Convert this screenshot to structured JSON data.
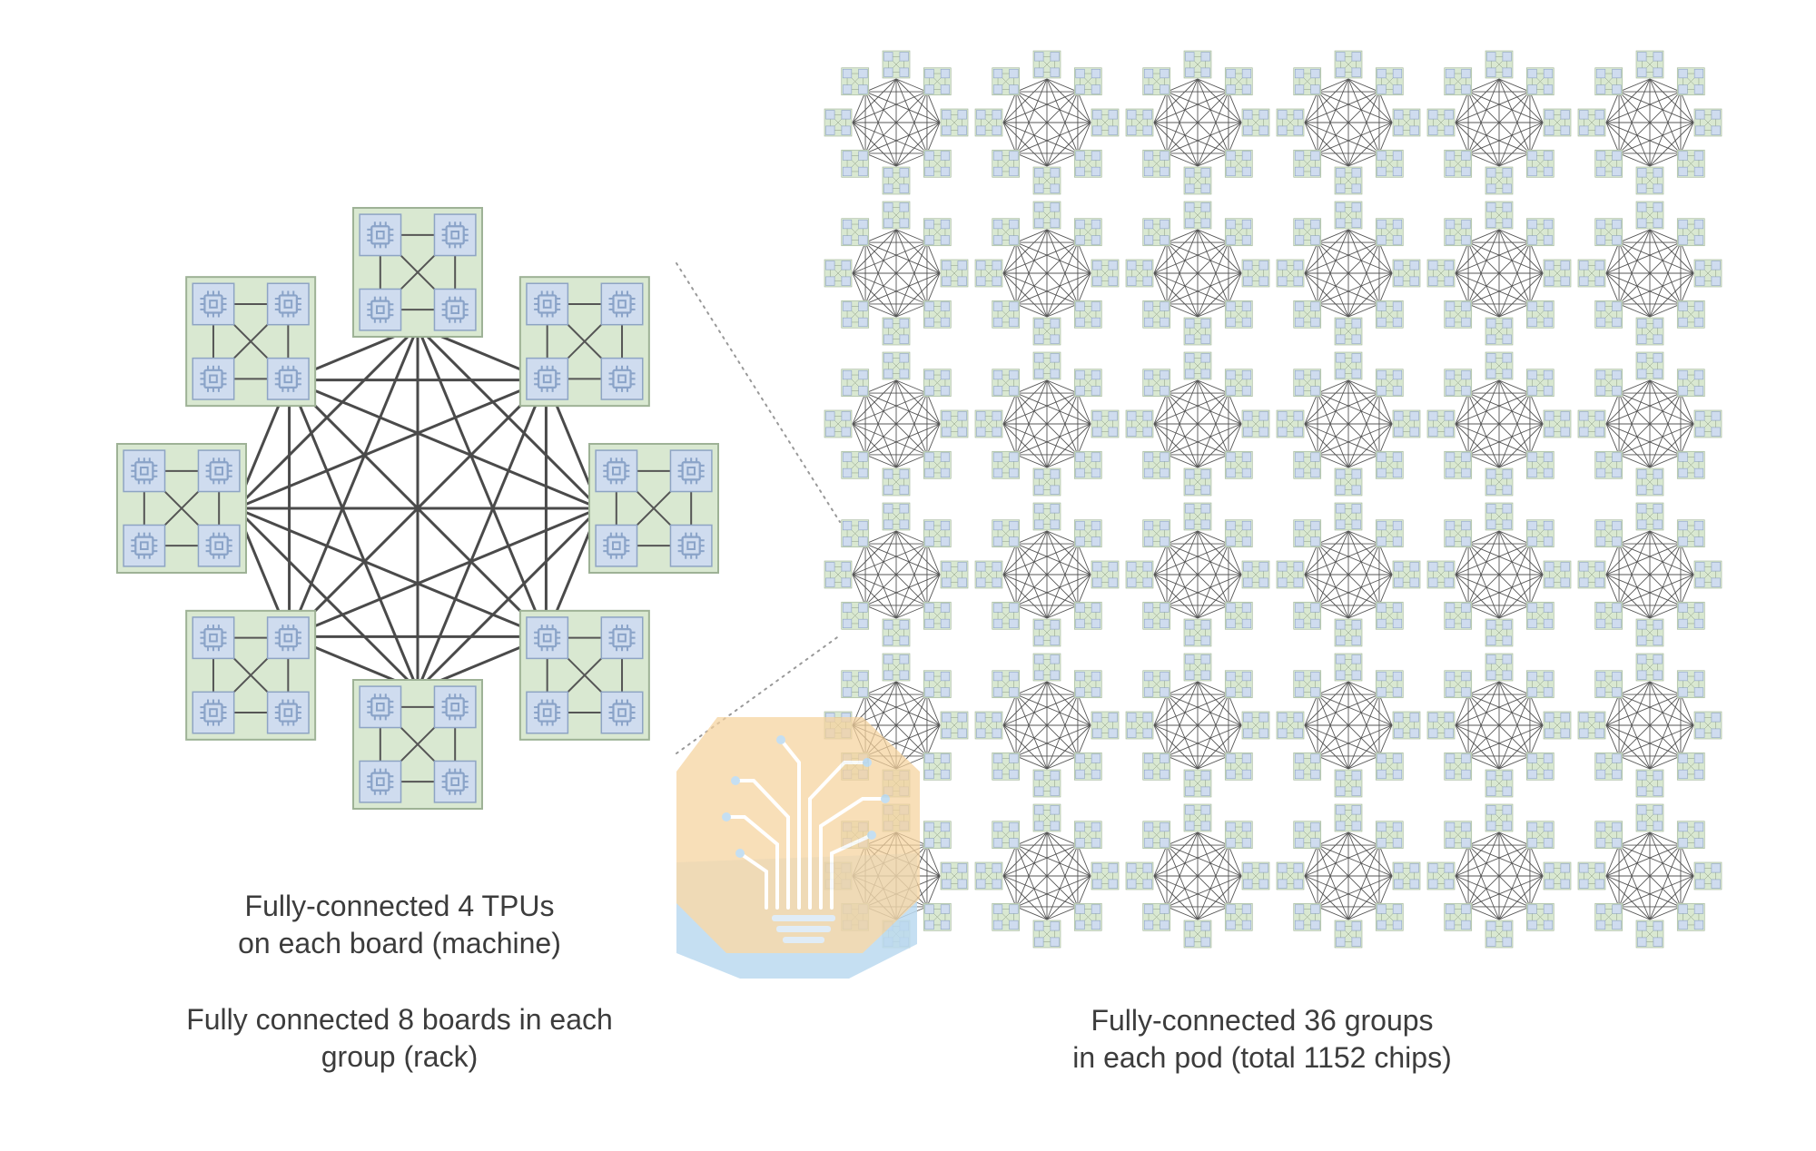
{
  "colors": {
    "board_fill": "#d9e8d1",
    "board_stroke": "#9eb296",
    "chip_fill": "#cfdcef",
    "chip_stroke": "#8ea4c4",
    "chip_icon": "#8aa3c8",
    "edge": "#4a4a4a",
    "small_edge": "#555555",
    "zoom_dots": "#999999",
    "logo_orange": "#f6d29e",
    "logo_blue": "#bcdaf0"
  },
  "rack": {
    "boards": 8,
    "chips_per_board": 4
  },
  "pod": {
    "rows": 6,
    "cols": 6,
    "groups": 36
  },
  "captions": {
    "board_line1": "Fully-connected 4 TPUs",
    "board_line2": "on each board (machine)",
    "rack_line1": "Fully connected 8 boards in each",
    "rack_line2": "group (rack)",
    "pod_line1": "Fully-connected 36 groups",
    "pod_line2": "in each pod (total 1152 chips)"
  },
  "icons": {
    "chip": "cpu-chip-icon",
    "watermark": "circuit-bulb-logo-icon"
  }
}
